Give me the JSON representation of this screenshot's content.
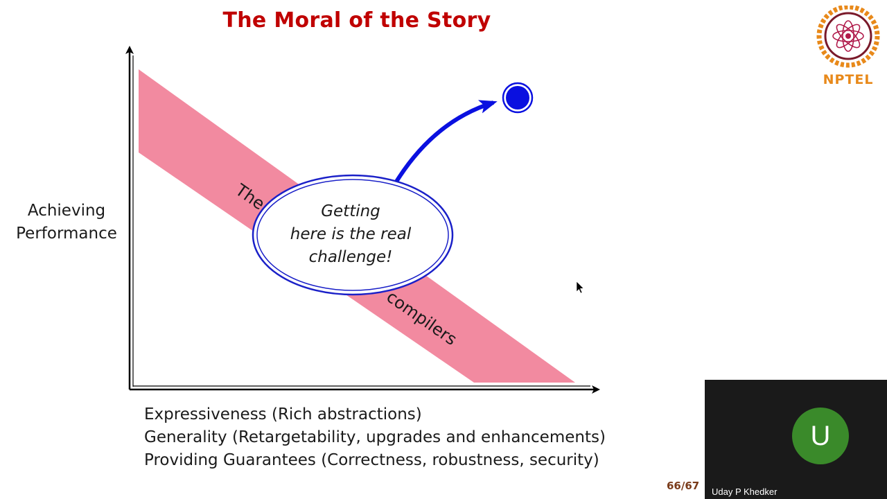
{
  "slide": {
    "title": "The Moral of the Story",
    "page_number": "66/67"
  },
  "logo": {
    "text": "NPTEL"
  },
  "diagram": {
    "y_axis_label_lines": [
      "Achieving",
      "Performance"
    ],
    "x_axis_label_lines": [
      "Expressiveness (Rich abstractions)",
      "Generality (Retargetability, upgrades and enhancements)",
      "Providing Guarantees (Correctness, robustness, security)"
    ],
    "band_text_start": "The",
    "band_text_end": "compilers",
    "callout_lines": [
      "Getting",
      "here is the real",
      "challenge!"
    ],
    "colors": {
      "band": "#f28aa0",
      "arrow": "#0a10e0",
      "target": "#0a10e0",
      "axis": "#000000",
      "callout_border": "#1a20c8"
    }
  },
  "video": {
    "avatar_initial": "U",
    "presenter_name": "Uday P Khedker"
  }
}
